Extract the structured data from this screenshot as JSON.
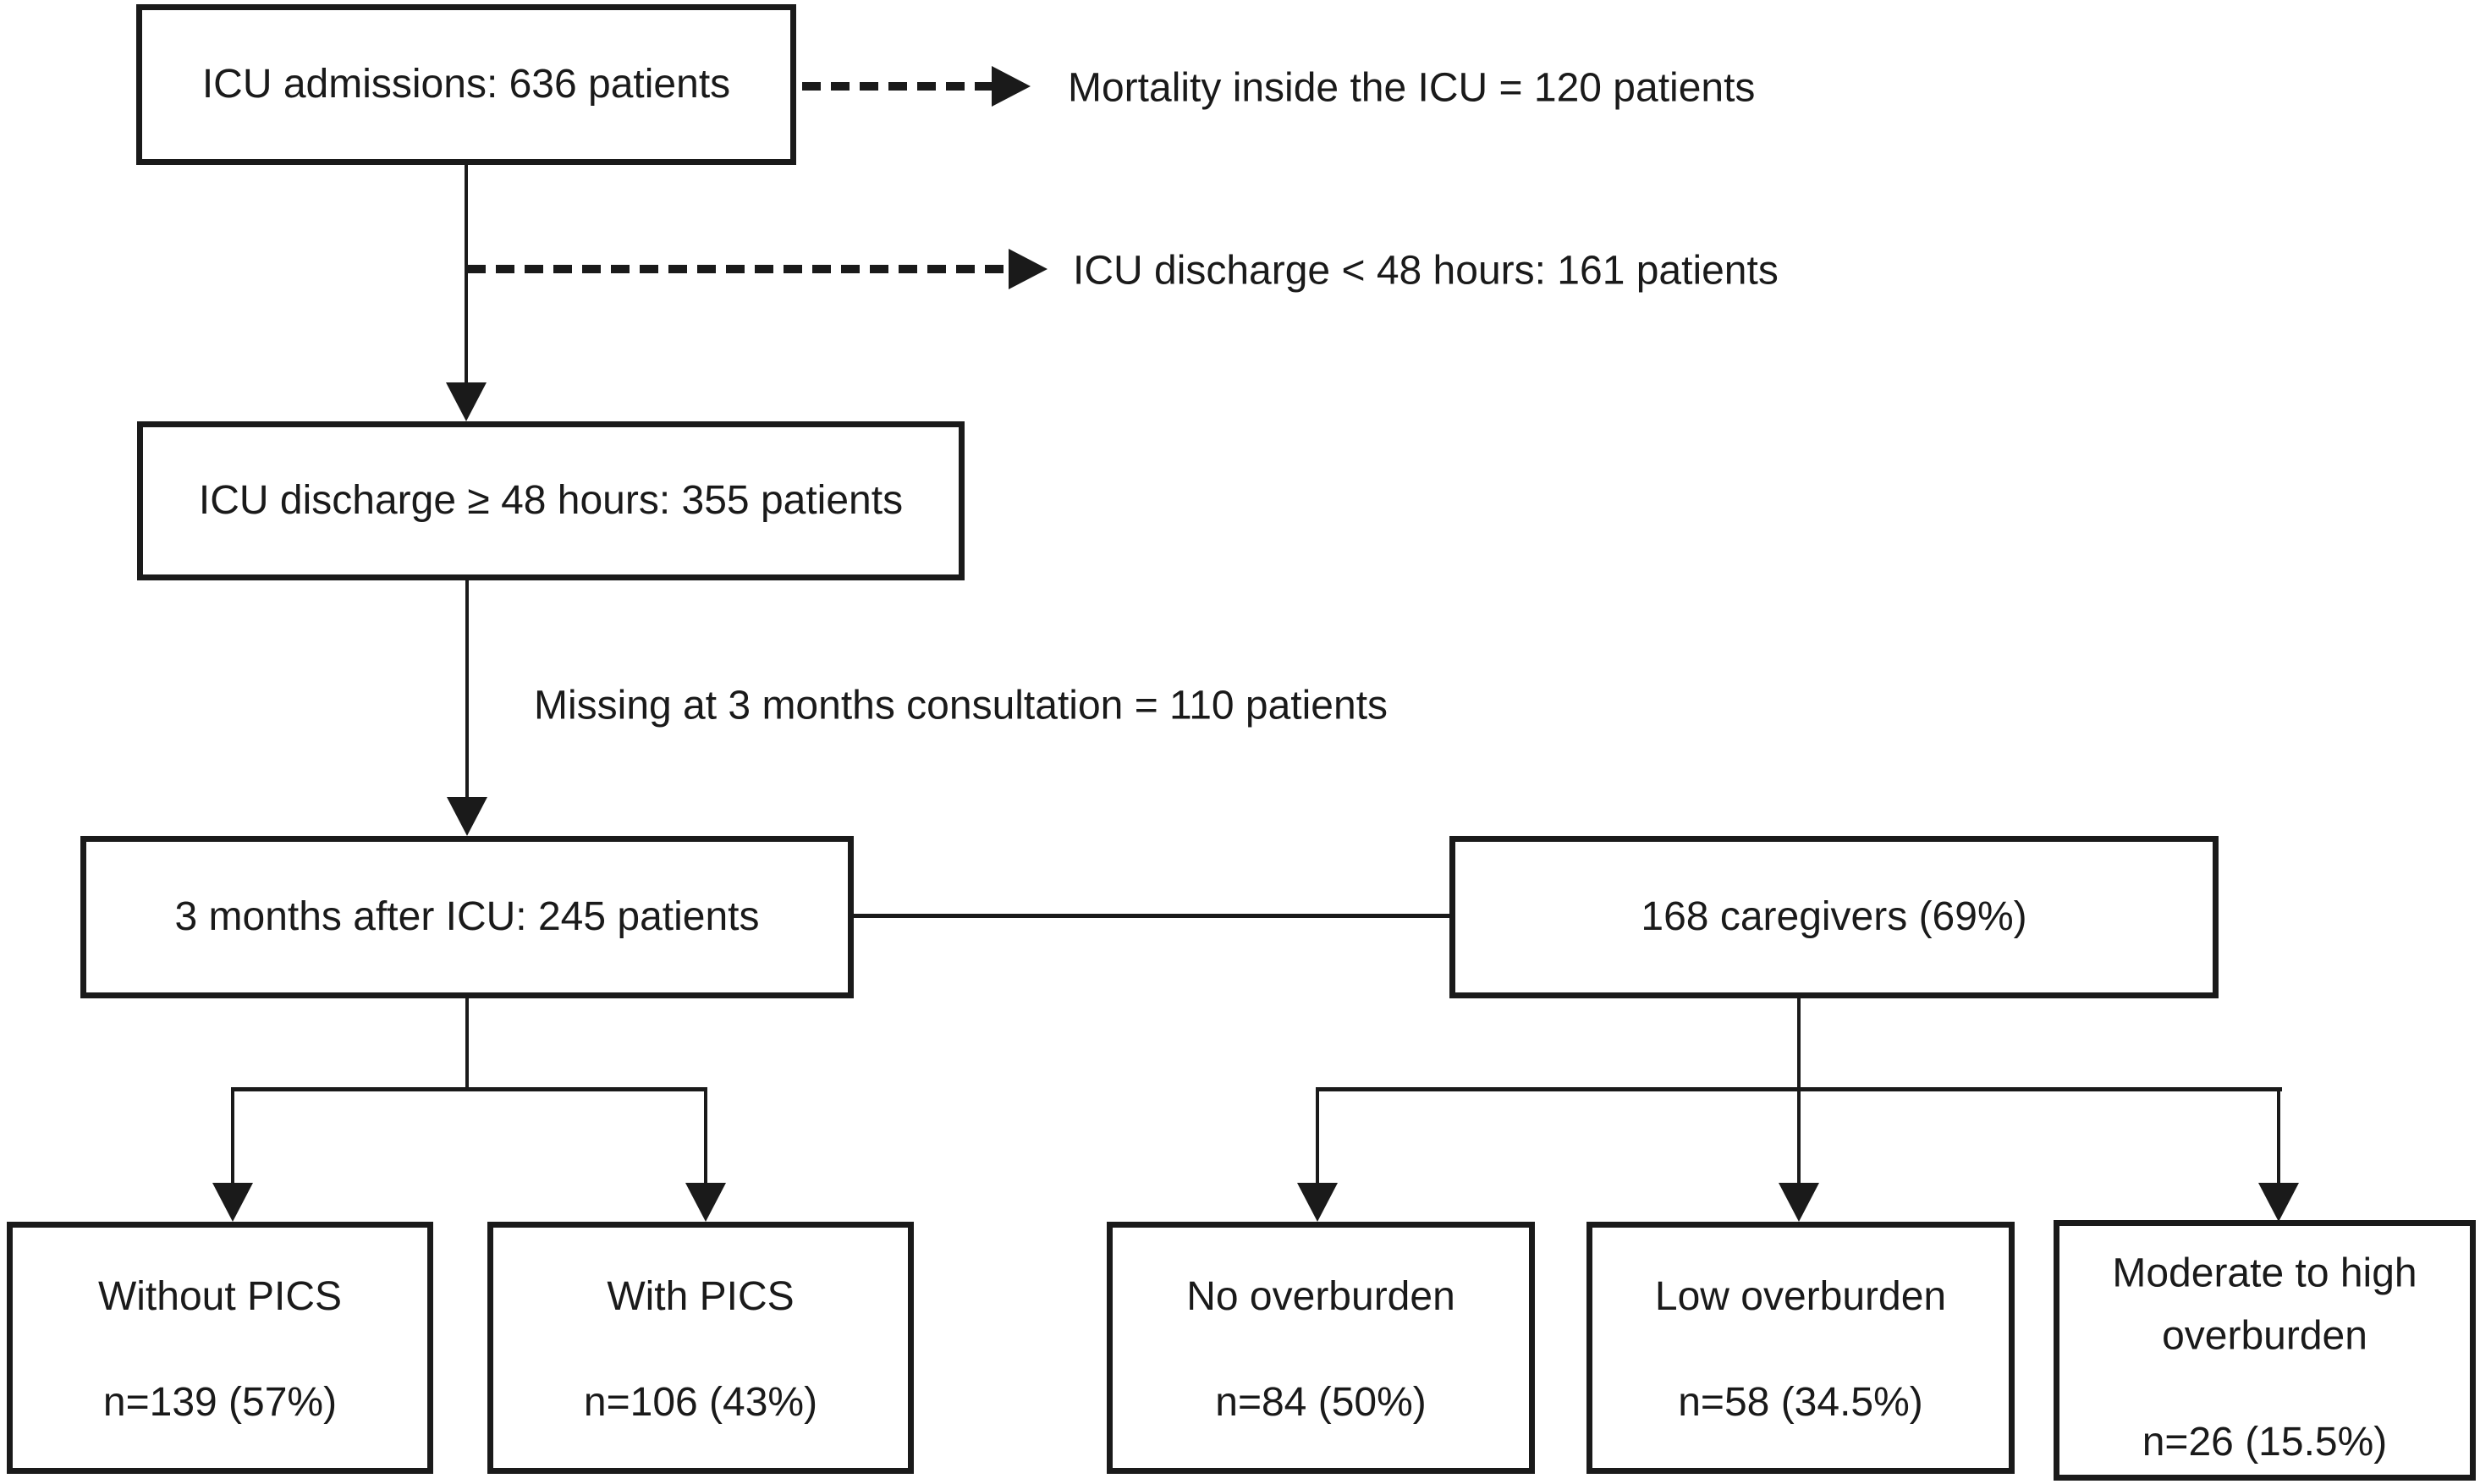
{
  "style": {
    "line_color": "#1a1a1a",
    "background": "#ffffff"
  },
  "flowchart": {
    "nodes": {
      "icu_admissions": {
        "label": "ICU admissions: 636 patients"
      },
      "icu_discharge_ge48": {
        "label": "ICU discharge ≥ 48 hours: 355 patients"
      },
      "three_months_after_icu": {
        "label": "3 months after ICU: 245 patients"
      },
      "caregivers": {
        "label": "168 caregivers (69%)"
      },
      "without_pics": {
        "title": "Without PICS",
        "value": "n=139 (57%)"
      },
      "with_pics": {
        "title": "With PICS",
        "value": "n=106 (43%)"
      },
      "no_overburden": {
        "title": "No overburden",
        "value": "n=84 (50%)"
      },
      "low_overburden": {
        "title": "Low overburden",
        "value": "n=58 (34.5%)"
      },
      "moderate_high_overburden": {
        "title_line1": "Moderate to high",
        "title_line2": "overburden",
        "value": "n=26 (15.5%)"
      }
    },
    "annotations": {
      "mortality": "Mortality inside the ICU = 120 patients",
      "early_discharge": "ICU discharge < 48 hours: 161 patients",
      "missing_3_months": "Missing at 3 months consultation = 110 patients"
    }
  }
}
